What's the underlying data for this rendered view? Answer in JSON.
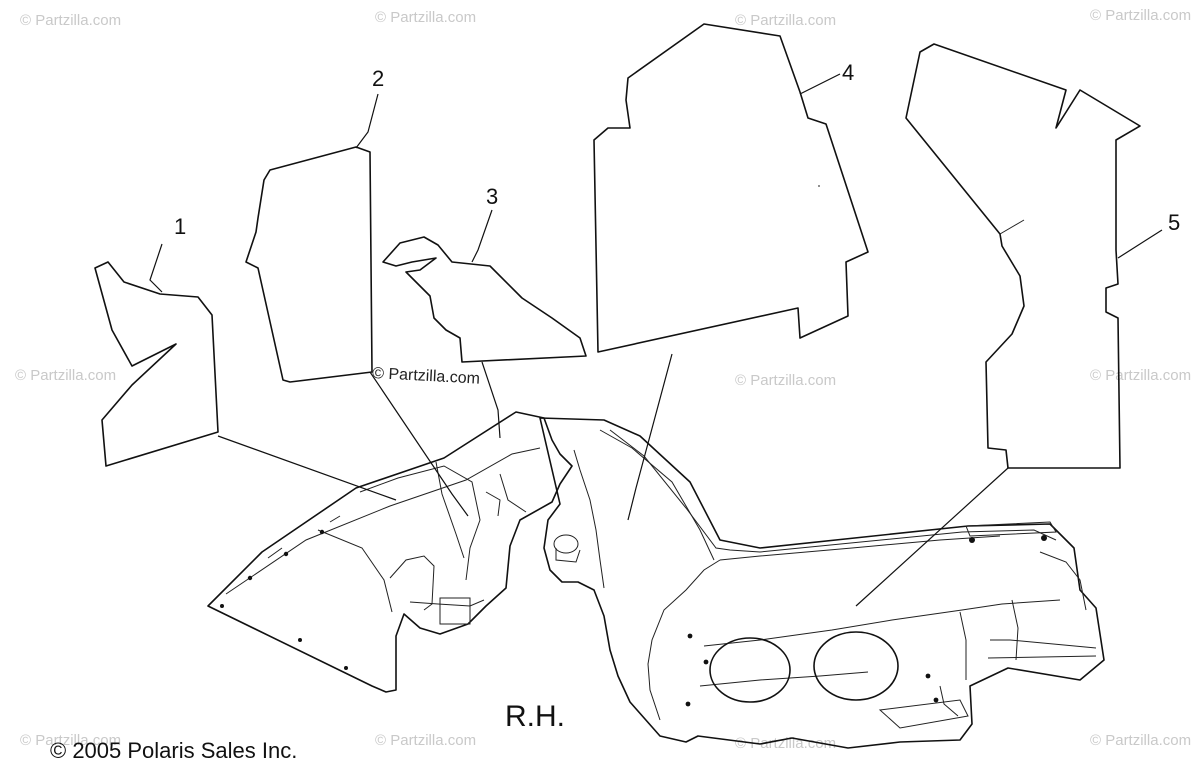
{
  "watermark": "© Partzilla.com",
  "center_watermark": "© Partzilla.com",
  "side_label": "R.H.",
  "copyright": "© 2005 Polaris Sales Inc.",
  "callouts": [
    "1",
    "2",
    "3",
    "4",
    "5"
  ]
}
